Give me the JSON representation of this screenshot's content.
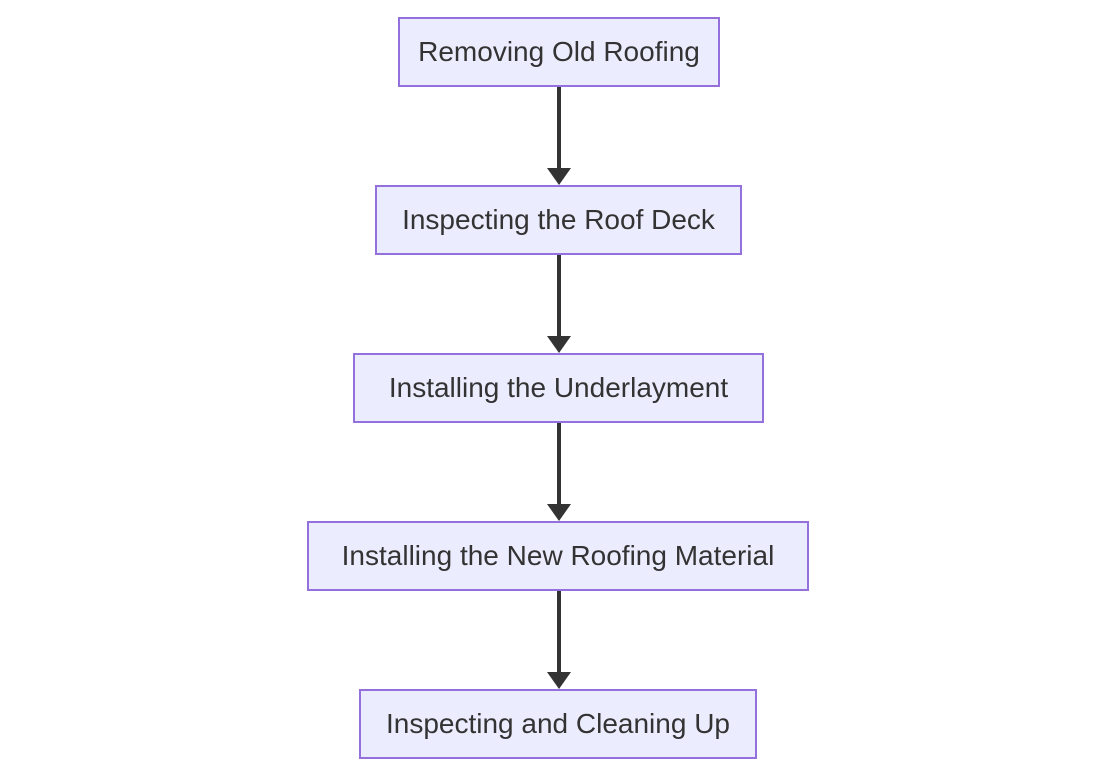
{
  "diagram": {
    "type": "flowchart",
    "direction": "top-down",
    "nodes": [
      {
        "id": "step-1",
        "label": "Removing Old Roofing"
      },
      {
        "id": "step-2",
        "label": "Inspecting the Roof Deck"
      },
      {
        "id": "step-3",
        "label": "Installing the Underlayment"
      },
      {
        "id": "step-4",
        "label": "Installing the New Roofing Material"
      },
      {
        "id": "step-5",
        "label": "Inspecting and Cleaning Up"
      }
    ],
    "edges": [
      {
        "from": "step-1",
        "to": "step-2",
        "style": "arrow-down"
      },
      {
        "from": "step-2",
        "to": "step-3",
        "style": "arrow-down"
      },
      {
        "from": "step-3",
        "to": "step-4",
        "style": "arrow-down"
      },
      {
        "from": "step-4",
        "to": "step-5",
        "style": "arrow-down"
      }
    ],
    "colors": {
      "node_fill": "#ECECFF",
      "node_border": "#9370DB",
      "node_text": "#333333",
      "arrow": "#333333",
      "background": "#FFFFFF"
    }
  }
}
